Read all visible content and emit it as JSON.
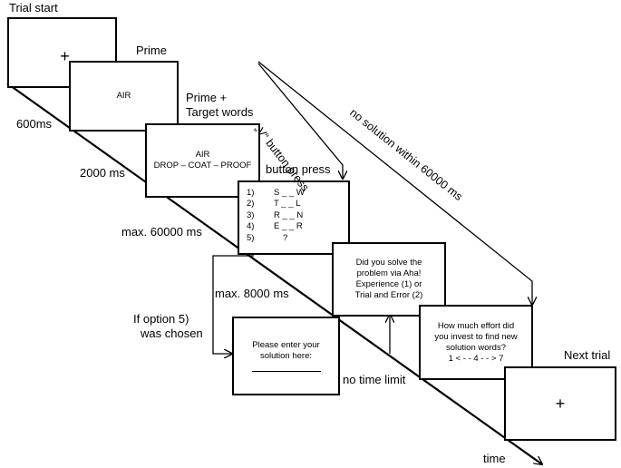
{
  "stages": {
    "trial_start": {
      "label": "Trial start",
      "fixation": "+"
    },
    "prime": {
      "label": "Prime",
      "word": "AIR"
    },
    "prime_target": {
      "label_line1": "Prime +",
      "label_line2": "Target words",
      "prime": "AIR",
      "targets": "DROP – COAT – PROOF"
    },
    "solution": {
      "label": "button press",
      "rows": [
        {
          "num": "1)",
          "pattern": "S _ _ W"
        },
        {
          "num": "2)",
          "pattern": "T _ _ L"
        },
        {
          "num": "3)",
          "pattern": "R _ _ N"
        },
        {
          "num": "4)",
          "pattern": "E _ _ R"
        },
        {
          "num": "5)",
          "pattern": "?"
        }
      ]
    },
    "aha_question": {
      "line1": "Did you solve the",
      "line2": "problem  via Aha!",
      "line3": "Experience  (1) or",
      "line4": "Trial and Error (2)"
    },
    "effort_question": {
      "line1": "How much effort did",
      "line2": "you invest to find new",
      "line3": "solution words?",
      "line4": "1 < - - 4 - - > 7"
    },
    "enter_solution": {
      "line1": "Please enter your",
      "line2": "solution here:"
    },
    "next_trial": {
      "label": "Next trial",
      "fixation": "+"
    }
  },
  "timings": {
    "t600": "600ms",
    "t2000": "2000 ms",
    "t60000": "max.  60000 ms",
    "t8000": "max.  8000 ms",
    "no_limit": "no time limit"
  },
  "annotations": {
    "v_press": "„V“ button press",
    "no_solution": "no solution within 60000 ms",
    "option5_line1": "If option 5)",
    "option5_line2": "was chosen",
    "time": "time"
  }
}
